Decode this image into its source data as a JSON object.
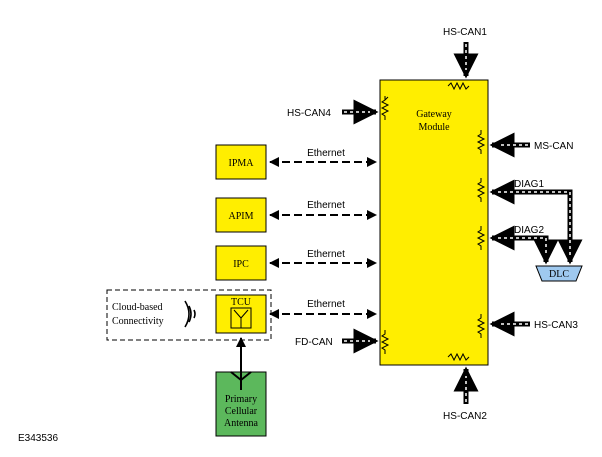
{
  "gateway": {
    "line1": "Gateway",
    "line2": "Module"
  },
  "modules": [
    {
      "label": "IPMA",
      "link": "Ethernet"
    },
    {
      "label": "APIM",
      "link": "Ethernet"
    },
    {
      "label": "IPC",
      "link": "Ethernet"
    }
  ],
  "tcu": {
    "label": "TCU",
    "link": "Ethernet"
  },
  "cloud": {
    "line1": "Cloud-based",
    "line2": "Connectivity"
  },
  "antenna": {
    "line1": "Primary",
    "line2": "Cellular",
    "line3": "Antenna"
  },
  "buses": {
    "hs_can1": "HS-CAN1",
    "hs_can2": "HS-CAN2",
    "hs_can3": "HS-CAN3",
    "hs_can4": "HS-CAN4",
    "ms_can": "MS-CAN",
    "fd_can": "FD-CAN",
    "diag1": "DIAG1",
    "diag2": "DIAG2"
  },
  "dlc": "DLC",
  "figure_id": "E343536",
  "colors": {
    "module_fill": "#ffee00",
    "antenna_fill": "#5cb85c",
    "dlc_fill": "#9fc9ef"
  }
}
